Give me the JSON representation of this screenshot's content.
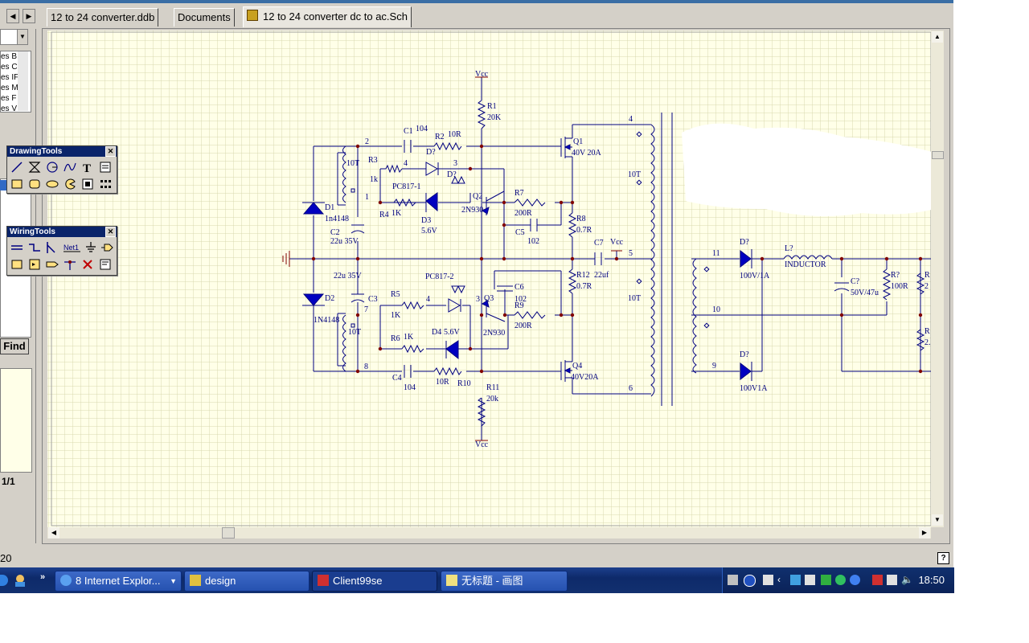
{
  "tabs": [
    {
      "label": "12 to 24 converter.ddb"
    },
    {
      "label": "Documents"
    },
    {
      "label": "12 to 24 converter  dc to ac.Sch"
    }
  ],
  "left_panel": {
    "list_items": [
      "es B",
      "es C",
      "es IF",
      "es M",
      "es F",
      "es V"
    ],
    "find_label": "Find",
    "page_indicator": "1/1"
  },
  "status": {
    "left_number": "20"
  },
  "drawing_tools": {
    "title": "DrawingTools"
  },
  "wiring_tools": {
    "title": "WiringTools",
    "net_label": "Net1"
  },
  "schematic": {
    "labels": {
      "vcc_top": "Vcc",
      "vcc_bottom": "Vcc",
      "vcc_mid": "Vcc",
      "r1": "R1",
      "r1_val": "20K",
      "c1": "C1",
      "c1_val": "104",
      "r2": "R2",
      "r2_val": "10R",
      "d7a": "D?",
      "d7b": "D?",
      "n3a": "3",
      "n2": "2",
      "n4a": "4",
      "n1": "1",
      "r3": "R3",
      "r3_val": "1k",
      "t10a": "10T",
      "pc1": "PC817-1",
      "r4": "R4",
      "r4_val": "1K",
      "d3": "D3",
      "d3_val": "5.6V",
      "q2": "Q2",
      "q2_val": "2N930",
      "r7": "R7",
      "r7_val": "200R",
      "c5": "C5",
      "c5_val": "102",
      "q1": "Q1",
      "q1_val": "40V 20A",
      "n4b": "4",
      "t10b": "10T",
      "r8": "R8",
      "r8_val": "0.7R",
      "c7": "C7",
      "c7_val": "22uf",
      "n5": "5",
      "d1": "D1",
      "d1_val": "1n4148",
      "c2": "C2",
      "c2_val": "22u 35V",
      "c3_val": "22u 35V",
      "c3": "C3",
      "pc2": "PC817-2",
      "n3b": "3",
      "r5": "R5",
      "r5_val": "1K",
      "n4c": "4",
      "q3": "Q3",
      "q3_val": "2N930",
      "c6": "C6",
      "c6_val": "102",
      "r9": "R9",
      "r9_val": "200R",
      "r12": "R12",
      "r12_val": "0.7R",
      "t10c": "10T",
      "d2": "D2",
      "d2_val": "1N4148",
      "n7": "7",
      "t10d": "10T",
      "r6": "R6",
      "r6_val": "1K",
      "d4": "D4",
      "d4_val": "5.6V",
      "n8": "8",
      "c4": "C4",
      "c4_val": "104",
      "r10": "R10",
      "r10_val": "10R",
      "r11": "R11",
      "r11_val": "20k",
      "q4": "Q4",
      "q4_val": "40V20A",
      "n6": "6",
      "n11": "11",
      "n10": "10",
      "n9": "9",
      "dA": "D?",
      "dA_val": "100V/1A",
      "dB": "D?",
      "dB_val": "100V1A",
      "l1": "L?",
      "l1_val": "INDUCTOR",
      "cout": "C?",
      "cout_val": "50V/47u",
      "rout": "R?",
      "rout_val": "100R",
      "rE1": "R",
      "rE1_val": "2",
      "rE2": "R",
      "rE2_val": "2."
    }
  },
  "taskbar": {
    "items": [
      {
        "label": "8 Internet Explor..."
      },
      {
        "label": "design"
      },
      {
        "label": "Client99se"
      },
      {
        "label": "无标题 - 画图"
      }
    ],
    "clock": "18:50",
    "colors": {
      "bar": "#1c3f8c",
      "button": "#3e6ac8"
    }
  },
  "colors": {
    "sheet": "#ffffe8",
    "grid": "#d8d8b0",
    "wire": "#000080",
    "junction": "#800000",
    "part": "#0000c0"
  }
}
